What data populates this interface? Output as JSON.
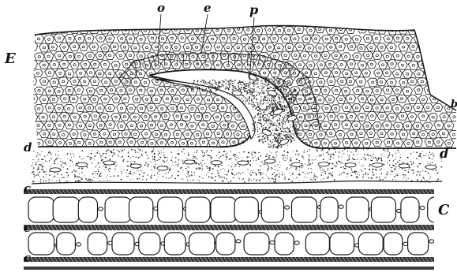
{
  "figure": {
    "colors": {
      "ink": "#1a1a1a",
      "paper": "#ffffff",
      "stipple": "#2a2a2a"
    },
    "labels": {
      "o": "o",
      "e": "e",
      "p": "p",
      "E": "E",
      "d_left": "d",
      "d_right": "d",
      "c_top": "c",
      "c_mid": "c",
      "c_bottom": "c",
      "C": "C",
      "edge_b": "b"
    }
  }
}
